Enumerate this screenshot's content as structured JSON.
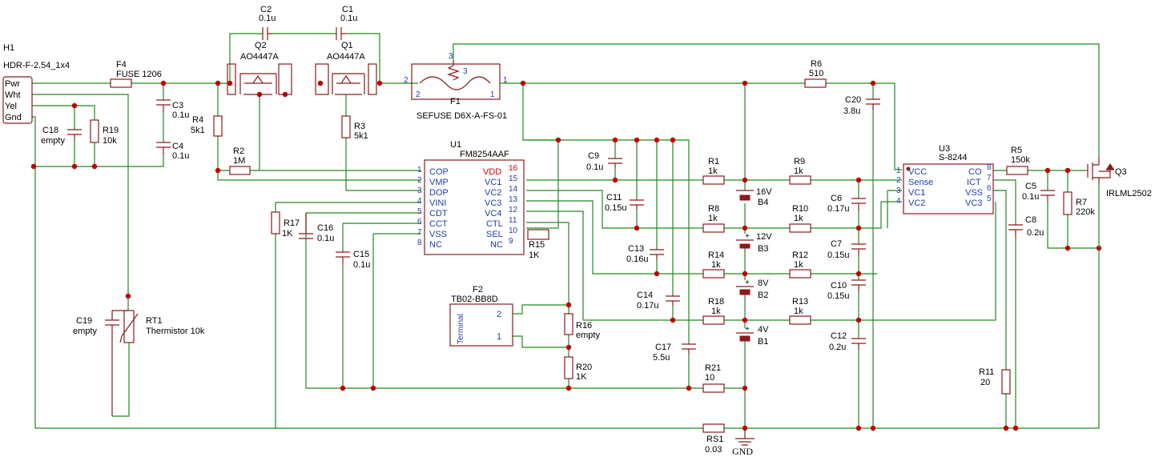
{
  "header": {
    "ref": "H1",
    "part": "HDR-F-2.54_1x4",
    "pins": [
      "Pwr",
      "Wht",
      "Yel",
      "Gnd"
    ]
  },
  "components": {
    "F4": {
      "ref": "F4",
      "value": "FUSE 1206"
    },
    "C1": {
      "ref": "C1",
      "value": "0.1u"
    },
    "C2": {
      "ref": "C2",
      "value": "0.1u"
    },
    "Q1": {
      "ref": "Q1",
      "value": "AO4447A"
    },
    "Q2": {
      "ref": "Q2",
      "value": "AO4447A"
    },
    "F1": {
      "ref": "F1",
      "value": "SEFUSE D6X-A-FS-01",
      "pin1": "1",
      "pin2": "2",
      "pin3": "3"
    },
    "R6": {
      "ref": "R6",
      "value": "510"
    },
    "C20": {
      "ref": "C20",
      "value": "3.8u"
    },
    "C3": {
      "ref": "C3",
      "value": "0.1u"
    },
    "C4": {
      "ref": "C4",
      "value": "0.1u"
    },
    "C18": {
      "ref": "C18",
      "value": "empty"
    },
    "R19": {
      "ref": "R19",
      "value": "10k"
    },
    "R4": {
      "ref": "R4",
      "value": "5k1"
    },
    "R3": {
      "ref": "R3",
      "value": "5k1"
    },
    "R2": {
      "ref": "R2",
      "value": "1M"
    },
    "C9": {
      "ref": "C9",
      "value": "0.1u"
    },
    "C11": {
      "ref": "C11",
      "value": "0.15u"
    },
    "C13": {
      "ref": "C13",
      "value": "0.16u"
    },
    "C14": {
      "ref": "C14",
      "value": "0.17u"
    },
    "C17": {
      "ref": "C17",
      "value": "5.5u"
    },
    "R1": {
      "ref": "R1",
      "value": "1k"
    },
    "R8": {
      "ref": "R8",
      "value": "1k"
    },
    "R14": {
      "ref": "R14",
      "value": "1k"
    },
    "R18": {
      "ref": "R18",
      "value": "1k"
    },
    "R21": {
      "ref": "R21",
      "value": "10"
    },
    "R9": {
      "ref": "R9",
      "value": "1k"
    },
    "R10": {
      "ref": "R10",
      "value": "1k"
    },
    "R12": {
      "ref": "R12",
      "value": "1k"
    },
    "R13": {
      "ref": "R13",
      "value": "1k"
    },
    "B4": {
      "ref": "B4",
      "value": "16V"
    },
    "B3": {
      "ref": "B3",
      "value": "12V"
    },
    "B2": {
      "ref": "B2",
      "value": "8V"
    },
    "B1": {
      "ref": "B1",
      "value": "4V"
    },
    "C6": {
      "ref": "C6",
      "value": "0.17u"
    },
    "C7": {
      "ref": "C7",
      "value": "0.15u"
    },
    "C10": {
      "ref": "C10",
      "value": "0.15u"
    },
    "C12": {
      "ref": "C12",
      "value": "0.2u"
    },
    "R17": {
      "ref": "R17",
      "value": "1K"
    },
    "C16": {
      "ref": "C16",
      "value": "0.1u"
    },
    "C15": {
      "ref": "C15",
      "value": "0.1u"
    },
    "R15": {
      "ref": "R15",
      "value": "1K"
    },
    "F2": {
      "ref": "F2",
      "value": "TB02-BB8D",
      "body": "Terminal",
      "pin1": "1",
      "pin2": "2"
    },
    "R16": {
      "ref": "R16",
      "value": "empty"
    },
    "R20": {
      "ref": "R20",
      "value": "1K"
    },
    "C19": {
      "ref": "C19",
      "value": "empty"
    },
    "RT1": {
      "ref": "RT1",
      "value": "Thermistor 10k"
    },
    "RS1": {
      "ref": "RS1",
      "value": "0.03"
    },
    "R5": {
      "ref": "R5",
      "value": "150k"
    },
    "C5": {
      "ref": "C5",
      "value": "0.1u"
    },
    "R7": {
      "ref": "R7",
      "value": "220k"
    },
    "C8": {
      "ref": "C8",
      "value": "0.2u"
    },
    "R11": {
      "ref": "R11",
      "value": "20"
    },
    "Q3": {
      "ref": "Q3",
      "value": "IRLML2502"
    },
    "GND": {
      "label": "GND"
    }
  },
  "u1": {
    "ref": "U1",
    "part": "FM8254AAF",
    "left_pins": [
      {
        "num": "1",
        "name": "COP"
      },
      {
        "num": "2",
        "name": "VMP"
      },
      {
        "num": "3",
        "name": "DOP"
      },
      {
        "num": "4",
        "name": "VINI"
      },
      {
        "num": "5",
        "name": "CDT"
      },
      {
        "num": "6",
        "name": "CCT"
      },
      {
        "num": "7",
        "name": "VSS"
      },
      {
        "num": "8",
        "name": "NC"
      }
    ],
    "right_pins": [
      {
        "num": "16",
        "name": "VDD"
      },
      {
        "num": "15",
        "name": "VC1"
      },
      {
        "num": "14",
        "name": "VC2"
      },
      {
        "num": "13",
        "name": "VC3"
      },
      {
        "num": "12",
        "name": "VC4"
      },
      {
        "num": "11",
        "name": "CTL"
      },
      {
        "num": "10",
        "name": "SEL"
      },
      {
        "num": "9",
        "name": "NC"
      }
    ]
  },
  "u3": {
    "ref": "U3",
    "part": "S-8244",
    "left_pins": [
      {
        "num": "1",
        "name": "VCC"
      },
      {
        "num": "2",
        "name": "Sense"
      },
      {
        "num": "3",
        "name": "VC1"
      },
      {
        "num": "4",
        "name": "VC2"
      }
    ],
    "right_pins": [
      {
        "num": "8",
        "name": "CO"
      },
      {
        "num": "7",
        "name": "ICT"
      },
      {
        "num": "6",
        "name": "VSS"
      },
      {
        "num": "5",
        "name": "VC3"
      }
    ]
  },
  "colors": {
    "wire": "#1f8a1f",
    "component": "#8b1a1a",
    "pin_text": "#1f3fa8",
    "junction": "#c00000",
    "vdd_pin": "#d00000"
  }
}
